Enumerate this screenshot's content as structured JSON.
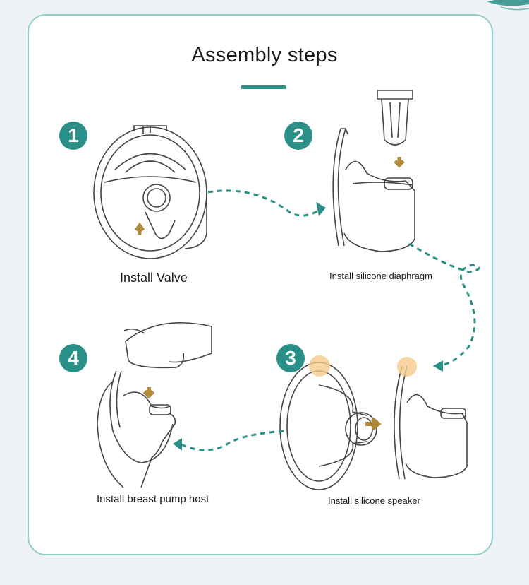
{
  "title": "Assembly steps",
  "accent_color": "#2a8f86",
  "arrow_color": "#b08a3a",
  "highlight_color": "#f5c98a",
  "steps": [
    {
      "number": "1",
      "caption": "Install Valve"
    },
    {
      "number": "2",
      "caption": "Install silicone diaphragm"
    },
    {
      "number": "3",
      "caption": "Install silicone speaker"
    },
    {
      "number": "4",
      "caption": "Install breast pump host"
    }
  ]
}
